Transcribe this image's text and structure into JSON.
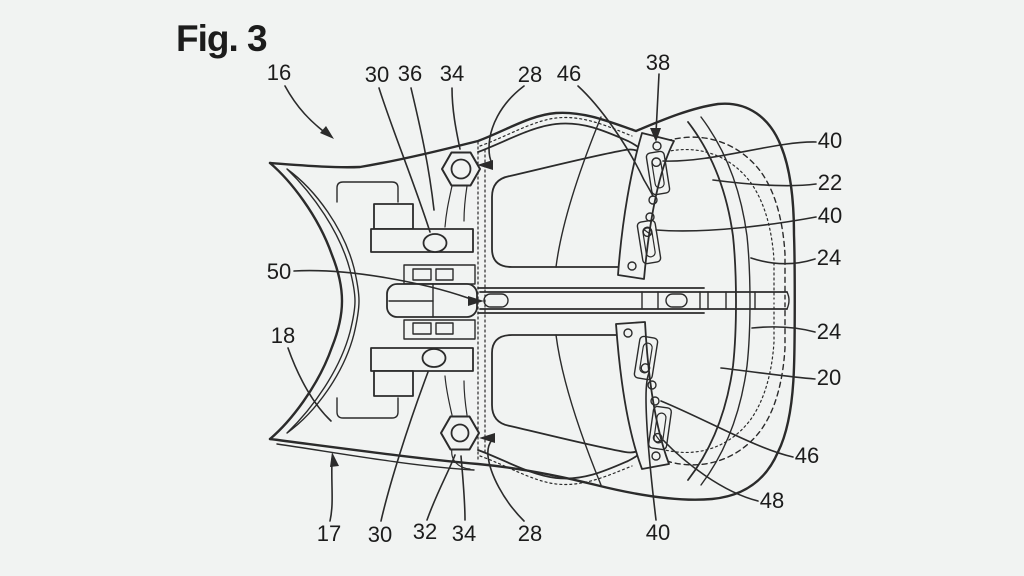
{
  "figure": {
    "title": "Fig. 3"
  },
  "labels": {
    "top": [
      "16",
      "30",
      "36",
      "34",
      "28",
      "46",
      "38"
    ],
    "right": [
      "40",
      "22",
      "40",
      "24",
      "24",
      "20",
      "46",
      "48"
    ],
    "bottom": [
      "17",
      "30",
      "32",
      "34",
      "28",
      "40"
    ],
    "left": [
      "50",
      "18"
    ]
  },
  "colors": {
    "background": "#f1f3f2",
    "line": "#2b2b2b",
    "text": "#1c1c1c"
  }
}
